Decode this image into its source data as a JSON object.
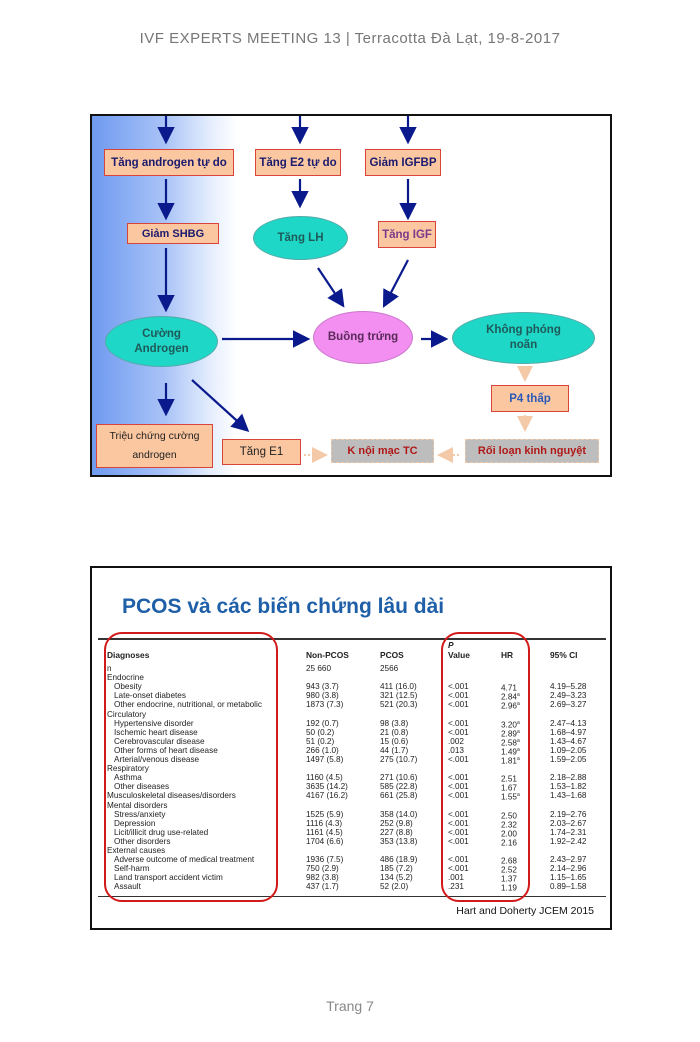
{
  "header": {
    "text": "IVF EXPERTS MEETING 13   |   Terracotta Đà Lạt, 19-8-2017"
  },
  "footer": {
    "page": "Trang 7"
  },
  "diagram": {
    "boxes": {
      "free_androgen": "Tăng androgen tự do",
      "free_e2": "Tăng E2 tự do",
      "igfbp": "Giảm IGFBP",
      "shbg": "Giảm SHBG",
      "igf": "Tăng IGF",
      "p4": "P4 thấp",
      "symptoms": "Triệu chứng cường androgen",
      "e1": "Tăng E1",
      "endometrium": "K nội mạc TC",
      "menstrual": "Rối loạn kinh nguyệt"
    },
    "ellipses": {
      "lh": "Tăng LH",
      "hyperandrogen": "Cường Androgen",
      "ovary": "Buồng trứng",
      "anovulation": "Không phóng noãn"
    }
  },
  "table_slide": {
    "title": "PCOS và các biến chứng lâu dài",
    "p_label": "P",
    "columns": [
      "Diagnoses",
      "Non-PCOS",
      "PCOS",
      "Value",
      "HR",
      "95% CI"
    ],
    "rows": [
      {
        "l": "n",
        "i": 0,
        "a": "25 660",
        "b": "2566",
        "p": "",
        "hr": "",
        "s": "",
        "ci": ""
      },
      {
        "l": "Endocrine",
        "i": 0,
        "a": "",
        "b": "",
        "p": "",
        "hr": "",
        "s": "",
        "ci": ""
      },
      {
        "l": "Obesity",
        "i": 1,
        "a": "943 (3.7)",
        "b": "411 (16.0)",
        "p": "<.001",
        "hr": "4.71",
        "s": "",
        "ci": "4.19–5.28"
      },
      {
        "l": "Late-onset diabetes",
        "i": 1,
        "a": "980 (3.8)",
        "b": "321 (12.5)",
        "p": "<.001",
        "hr": "2.84",
        "s": "a",
        "ci": "2.49–3.23"
      },
      {
        "l": "Other endocrine, nutritional, or metabolic",
        "i": 1,
        "a": "1873 (7.3)",
        "b": "521 (20.3)",
        "p": "<.001",
        "hr": "2.96",
        "s": "a",
        "ci": "2.69–3.27"
      },
      {
        "l": "Circulatory",
        "i": 0,
        "a": "",
        "b": "",
        "p": "",
        "hr": "",
        "s": "",
        "ci": ""
      },
      {
        "l": "Hypertensive disorder",
        "i": 1,
        "a": "192 (0.7)",
        "b": "98 (3.8)",
        "p": "<.001",
        "hr": "3.20",
        "s": "a",
        "ci": "2.47–4.13"
      },
      {
        "l": "Ischemic heart disease",
        "i": 1,
        "a": "50 (0.2)",
        "b": "21 (0.8)",
        "p": "<.001",
        "hr": "2.89",
        "s": "a",
        "ci": "1.68–4.97"
      },
      {
        "l": "Cerebrovascular disease",
        "i": 1,
        "a": "51 (0.2)",
        "b": "15 (0.6)",
        "p": ".002",
        "hr": "2.58",
        "s": "a",
        "ci": "1.43–4.67"
      },
      {
        "l": "Other forms of heart disease",
        "i": 1,
        "a": "266 (1.0)",
        "b": "44 (1.7)",
        "p": ".013",
        "hr": "1.49",
        "s": "a",
        "ci": "1.09–2.05"
      },
      {
        "l": "Arterial/venous disease",
        "i": 1,
        "a": "1497 (5.8)",
        "b": "275 (10.7)",
        "p": "<.001",
        "hr": "1.81",
        "s": "a",
        "ci": "1.59–2.05"
      },
      {
        "l": "Respiratory",
        "i": 0,
        "a": "",
        "b": "",
        "p": "",
        "hr": "",
        "s": "",
        "ci": ""
      },
      {
        "l": "Asthma",
        "i": 1,
        "a": "1160 (4.5)",
        "b": "271 (10.6)",
        "p": "<.001",
        "hr": "2.51",
        "s": "",
        "ci": "2.18–2.88"
      },
      {
        "l": "Other diseases",
        "i": 1,
        "a": "3635 (14.2)",
        "b": "585 (22.8)",
        "p": "<.001",
        "hr": "1.67",
        "s": "",
        "ci": "1.53–1.82"
      },
      {
        "l": "Musculoskeletal diseases/disorders",
        "i": 0,
        "a": "4167 (16.2)",
        "b": "661 (25.8)",
        "p": "<.001",
        "hr": "1.55",
        "s": "a",
        "ci": "1.43–1.68"
      },
      {
        "l": "Mental disorders",
        "i": 0,
        "a": "",
        "b": "",
        "p": "",
        "hr": "",
        "s": "",
        "ci": ""
      },
      {
        "l": "Stress/anxiety",
        "i": 1,
        "a": "1525 (5.9)",
        "b": "358 (14.0)",
        "p": "<.001",
        "hr": "2.50",
        "s": "",
        "ci": "2.19–2.76"
      },
      {
        "l": "Depression",
        "i": 1,
        "a": "1116 (4.3)",
        "b": "252 (9.8)",
        "p": "<.001",
        "hr": "2.32",
        "s": "",
        "ci": "2.03–2.67"
      },
      {
        "l": "Licit/illicit drug use-related",
        "i": 1,
        "a": "1161 (4.5)",
        "b": "227 (8.8)",
        "p": "<.001",
        "hr": "2.00",
        "s": "",
        "ci": "1.74–2.31"
      },
      {
        "l": "Other disorders",
        "i": 1,
        "a": "1704 (6.6)",
        "b": "353 (13.8)",
        "p": "<.001",
        "hr": "2.16",
        "s": "",
        "ci": "1.92–2.42"
      },
      {
        "l": "External causes",
        "i": 0,
        "a": "",
        "b": "",
        "p": "",
        "hr": "",
        "s": "",
        "ci": ""
      },
      {
        "l": "Adverse outcome of medical treatment",
        "i": 1,
        "a": "1936 (7.5)",
        "b": "486 (18.9)",
        "p": "<.001",
        "hr": "2.68",
        "s": "",
        "ci": "2.43–2.97"
      },
      {
        "l": "Self-harm",
        "i": 1,
        "a": "750 (2.9)",
        "b": "185 (7.2)",
        "p": "<.001",
        "hr": "2.52",
        "s": "",
        "ci": "2.14–2.96"
      },
      {
        "l": "Land transport accident victim",
        "i": 1,
        "a": "982 (3.8)",
        "b": "134 (5.2)",
        "p": ".001",
        "hr": "1.37",
        "s": "",
        "ci": "1.15–1.65"
      },
      {
        "l": "Assault",
        "i": 1,
        "a": "437 (1.7)",
        "b": "52 (2.0)",
        "p": ".231",
        "hr": "1.19",
        "s": "",
        "ci": "0.89–1.58"
      }
    ],
    "citation": "Hart and Doherty JCEM 2015"
  }
}
